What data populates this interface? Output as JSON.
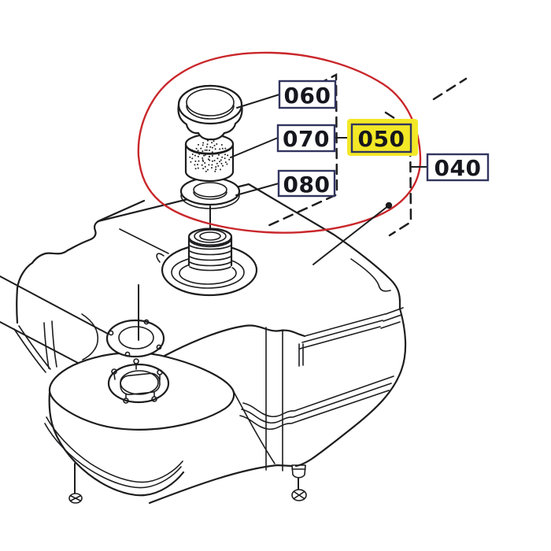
{
  "colors": {
    "bg": "#ffffff",
    "line": "#1d1d1f",
    "red": "#c9272b",
    "box_bg": "#ffffff",
    "box_border": "#32355f",
    "label_text": "#16161e",
    "highlight": "#f2e826"
  },
  "callouts": [
    {
      "id": "060",
      "label": "060",
      "highlighted": false
    },
    {
      "id": "070",
      "label": "070",
      "highlighted": false
    },
    {
      "id": "080",
      "label": "080",
      "highlighted": false
    },
    {
      "id": "050",
      "label": "050",
      "highlighted": true
    },
    {
      "id": "040",
      "label": "040",
      "highlighted": false
    }
  ]
}
